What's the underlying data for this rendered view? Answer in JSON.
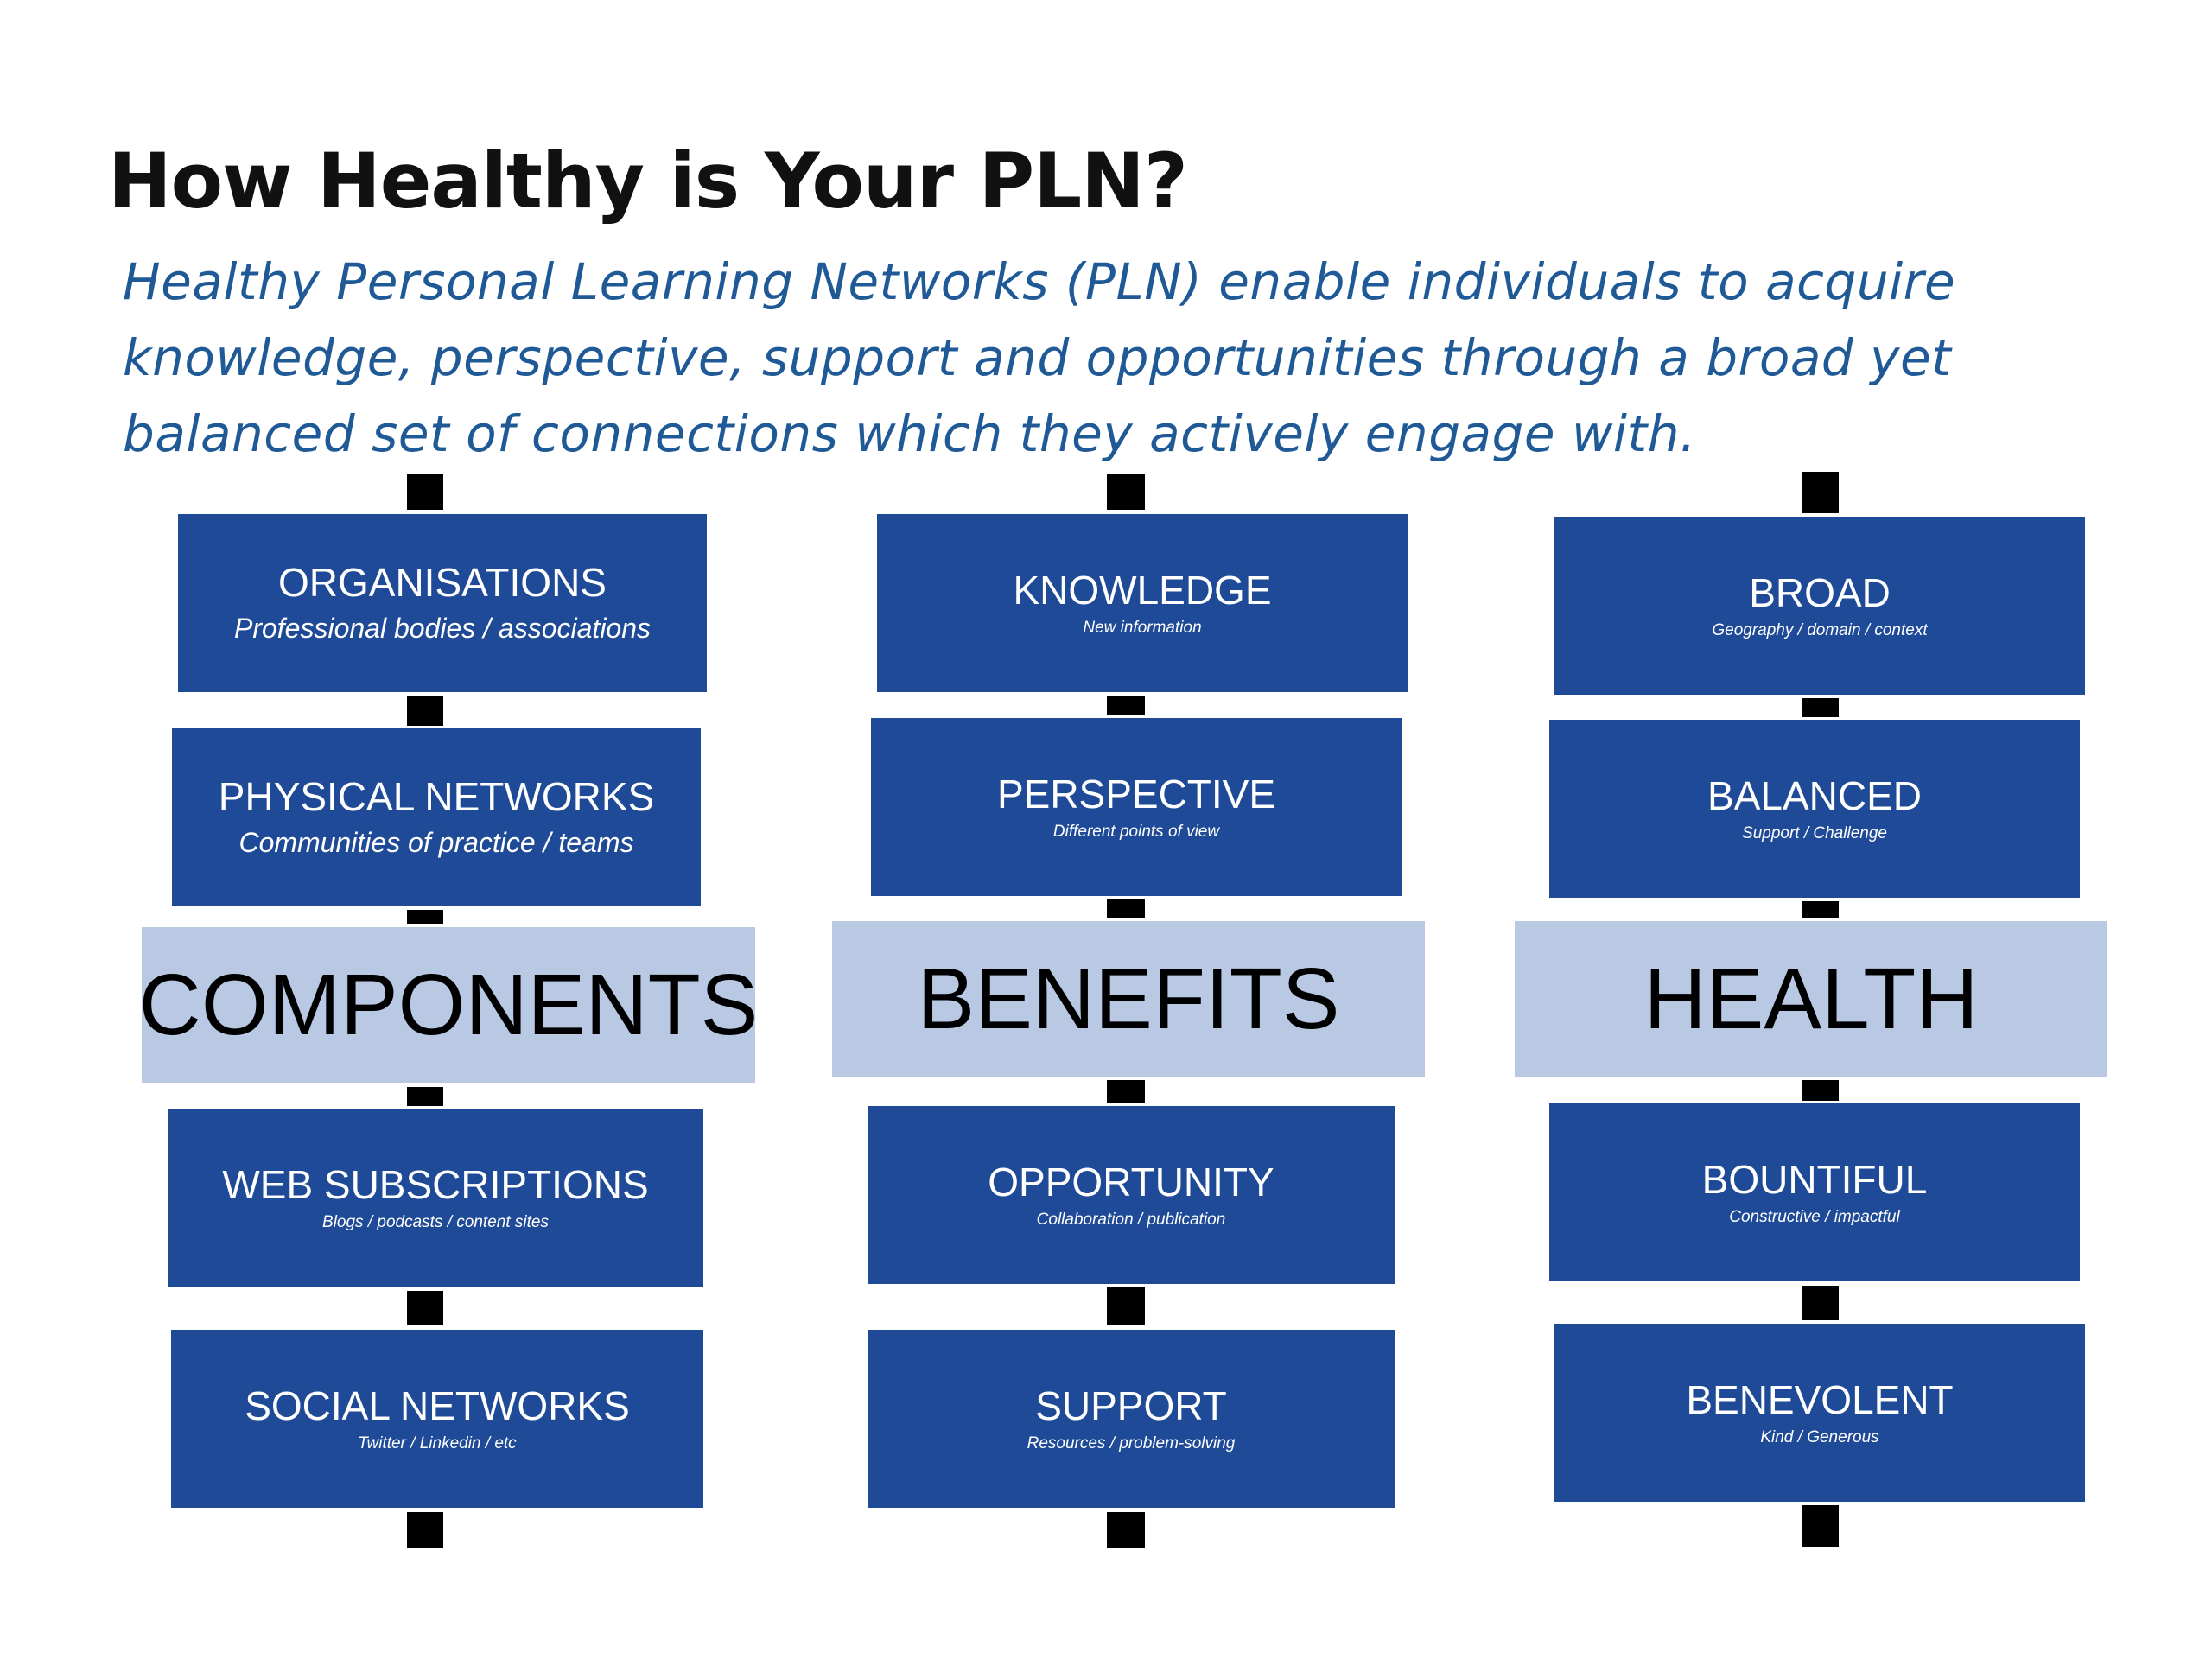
{
  "title": "How Healthy is Your PLN?",
  "subtitle_lines": [
    "Healthy Personal Learning Networks (PLN) enable individuals to acquire",
    "knowledge, perspective, support and opportunities through a broad yet",
    "balanced set of connections which they actively engage with."
  ],
  "colors": {
    "box": "#1f4a97",
    "header": "#b9c9e4",
    "subtitle": "#1f5a97"
  },
  "columns": [
    {
      "header": "COMPONENTS",
      "items": [
        {
          "label": "ORGANISATIONS",
          "desc": "Professional bodies / associations"
        },
        {
          "label": "PHYSICAL NETWORKS",
          "desc": "Communities of practice / teams"
        },
        {
          "label": "WEB SUBSCRIPTIONS",
          "desc": "Blogs / podcasts / content sites"
        },
        {
          "label": "SOCIAL NETWORKS",
          "desc": "Twitter / Linkedin / etc"
        }
      ]
    },
    {
      "header": "BENEFITS",
      "items": [
        {
          "label": "KNOWLEDGE",
          "desc": "New information"
        },
        {
          "label": "PERSPECTIVE",
          "desc": "Different points of view"
        },
        {
          "label": "OPPORTUNITY",
          "desc": "Collaboration / publication"
        },
        {
          "label": "SUPPORT",
          "desc": "Resources / problem-solving"
        }
      ]
    },
    {
      "header": "HEALTH",
      "items": [
        {
          "label": "BROAD",
          "desc": "Geography / domain / context"
        },
        {
          "label": "BALANCED",
          "desc": "Support / Challenge"
        },
        {
          "label": "BOUNTIFUL",
          "desc": "Constructive / impactful"
        },
        {
          "label": "BENEVOLENT",
          "desc": "Kind / Generous"
        }
      ]
    }
  ]
}
